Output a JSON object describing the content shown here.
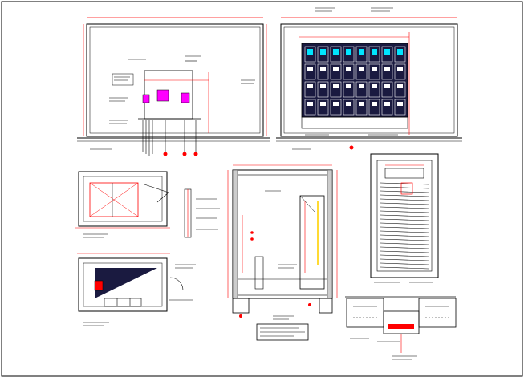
{
  "drawing": {
    "description_text": "",
    "colors": {
      "line": "#000000",
      "dimension": "#ff0000",
      "accent_cyan": "#00e5ff",
      "accent_magenta": "#ff00ff",
      "dark_fill": "#1a1a40",
      "hatch": "#444444",
      "paper": "#ffffff"
    },
    "panels": [
      "elevation-left",
      "elevation-right-switchgear",
      "plan-small-top",
      "plan-small-bottom",
      "room-section",
      "cabinet-elevation",
      "foundation-detail"
    ],
    "note_box_count": 1
  }
}
